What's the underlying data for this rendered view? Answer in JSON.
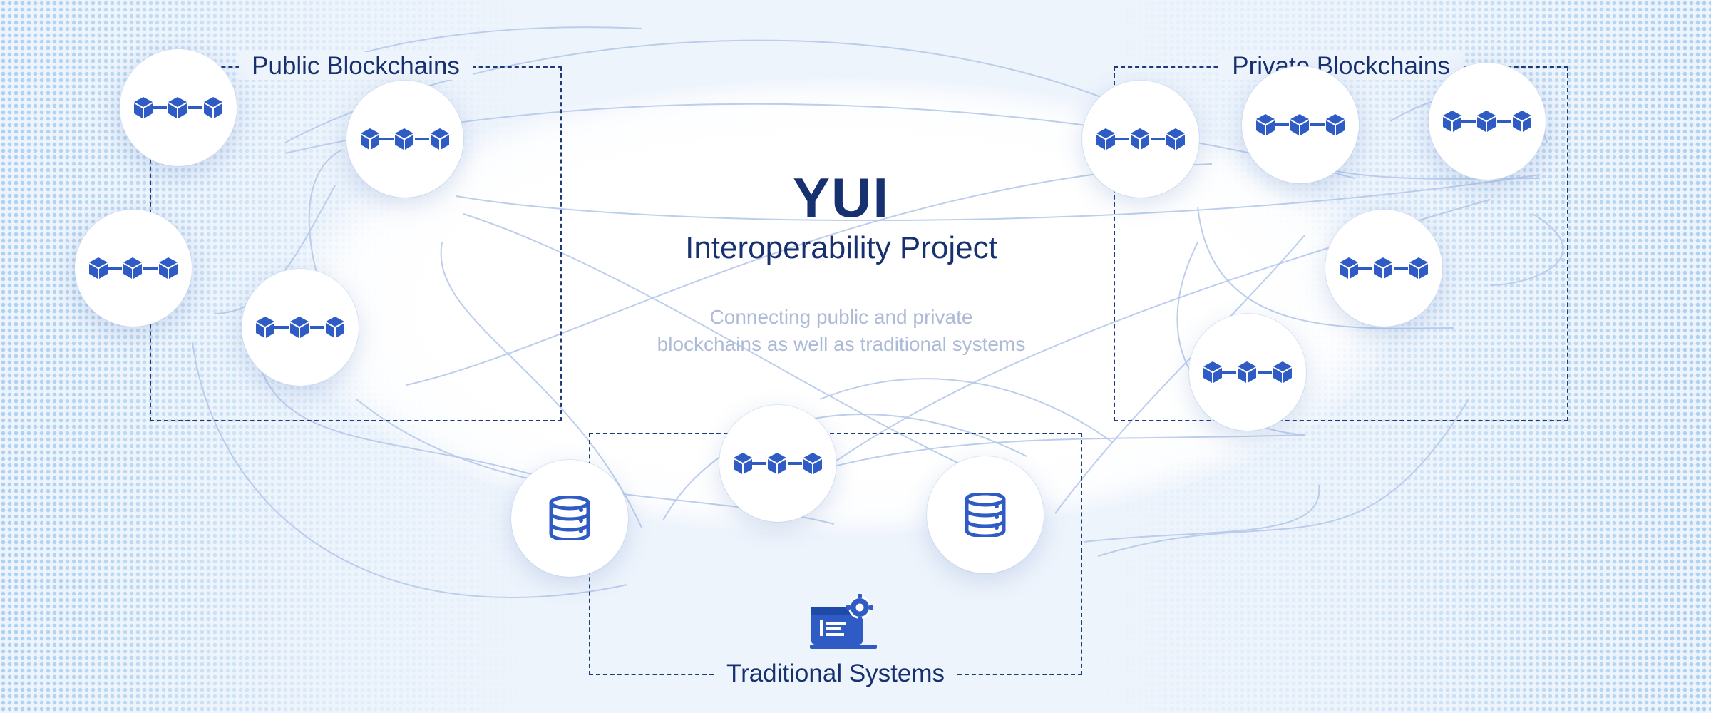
{
  "title": "YUI",
  "subtitle": "Interoperability Project",
  "tagline_lines": [
    "Connecting public and private",
    "blockchains as well as traditional systems"
  ],
  "groups": {
    "public": {
      "label": "Public Blockchains"
    },
    "private": {
      "label": "Private Blockchains"
    },
    "traditional": {
      "label": "Traditional Systems"
    }
  },
  "nodes": [
    {
      "id": "pub-1",
      "group": "public",
      "icon": "blockchain-icon"
    },
    {
      "id": "pub-2",
      "group": "public",
      "icon": "blockchain-icon"
    },
    {
      "id": "pub-3",
      "group": "public",
      "icon": "blockchain-icon"
    },
    {
      "id": "pub-4",
      "group": "public",
      "icon": "blockchain-icon"
    },
    {
      "id": "priv-1",
      "group": "private",
      "icon": "blockchain-icon"
    },
    {
      "id": "priv-2",
      "group": "private",
      "icon": "blockchain-icon"
    },
    {
      "id": "priv-3",
      "group": "private",
      "icon": "blockchain-icon"
    },
    {
      "id": "priv-4",
      "group": "private",
      "icon": "blockchain-icon"
    },
    {
      "id": "priv-5",
      "group": "private",
      "icon": "blockchain-icon"
    },
    {
      "id": "trad-chain",
      "group": "traditional",
      "icon": "blockchain-icon"
    },
    {
      "id": "trad-db-1",
      "group": "traditional",
      "icon": "database-icon"
    },
    {
      "id": "trad-db-2",
      "group": "traditional",
      "icon": "database-icon"
    }
  ],
  "traditional_icon": "code-settings-icon",
  "colors": {
    "primary": "#17306f",
    "icon": "#2f5cc4",
    "link": "#b6c9ea",
    "tagline": "#aebbd6",
    "background": "#eef4fc"
  }
}
